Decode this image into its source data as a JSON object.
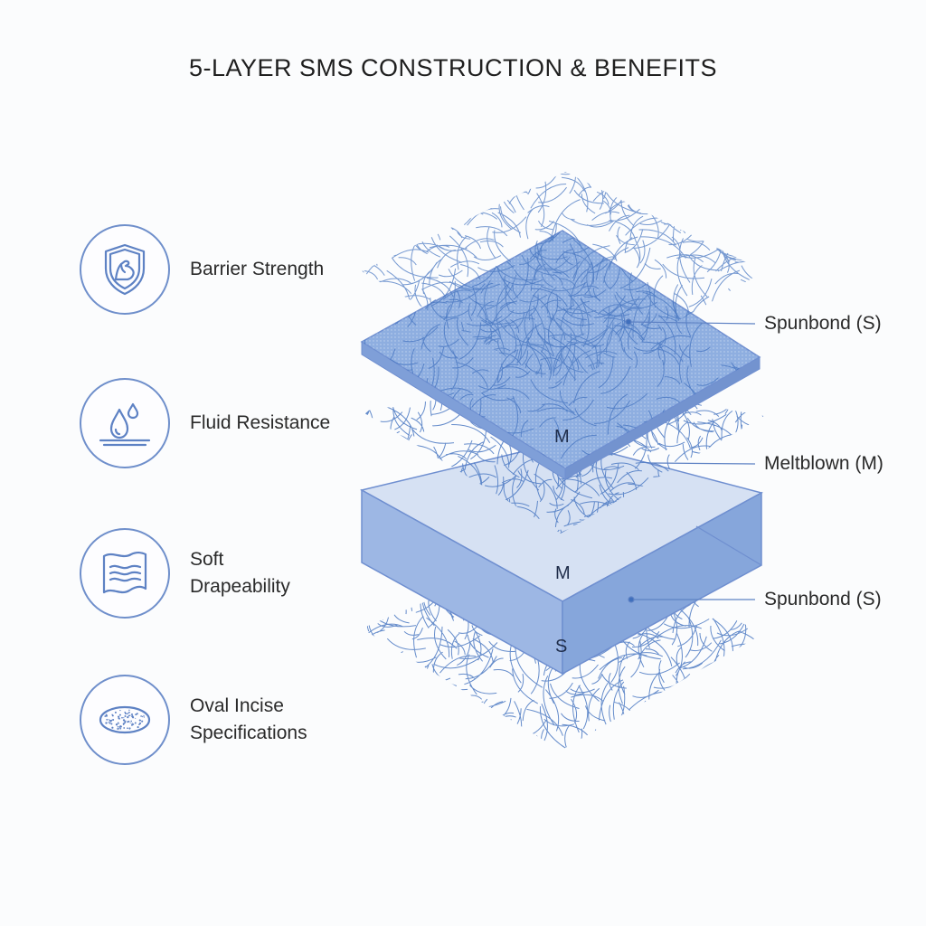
{
  "title": "5-LAYER SMS CONSTRUCTION & BENEFITS",
  "benefits": [
    {
      "label_lines": [
        "Barrier Strength"
      ],
      "icon": "shield-muscle-icon"
    },
    {
      "label_lines": [
        "Fluid Resistance"
      ],
      "icon": "water-drops-icon"
    },
    {
      "label_lines": [
        "Soft",
        "Drapeability"
      ],
      "icon": "fabric-wave-icon"
    },
    {
      "label_lines": [
        "Oval Incise",
        "Specifications"
      ],
      "icon": "oval-incise-icon"
    }
  ],
  "layer_labels": {
    "top": "Spunbond (S)",
    "middle": "Meltblown (M)",
    "bottom": "Spunbond (S)"
  },
  "layer_letters": {
    "upper_m": "M",
    "block_m": "M",
    "block_s": "S"
  },
  "colors": {
    "fiber": "#4a78c2",
    "icon_stroke": "#5e82c4",
    "sheet_fill": "#8eaee0",
    "block_top": "#d6e1f3",
    "block_front": "#9db7e4",
    "block_side": "#7f9fd8"
  }
}
